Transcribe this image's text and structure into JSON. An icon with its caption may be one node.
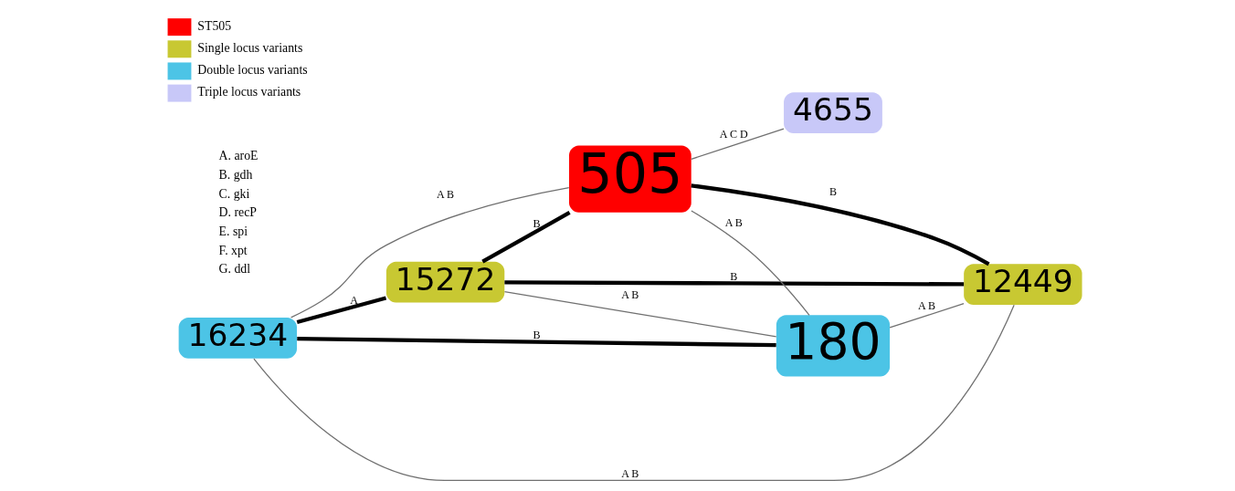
{
  "diagram": {
    "nodes": [
      {
        "text": [
          "16234"
        ]
      },
      {
        "text": [
          "15272"
        ]
      },
      {
        "text": [
          "505"
        ]
      },
      {
        "text": [
          "4655"
        ]
      },
      {
        "text": [
          "180"
        ]
      },
      {
        "text": [
          "12449"
        ]
      }
    ],
    "edges": [
      {
        "from": 0,
        "to": 1,
        "arrow": "none",
        "label": "A",
        "style": "thick",
        "color": "#000000"
      },
      {
        "from": 1,
        "to": 2,
        "arrow": "none",
        "label": "B",
        "style": "thick",
        "color": "#000000"
      },
      {
        "from": 0,
        "to": 2,
        "arrow": "none",
        "label": "A B"
      },
      {
        "from": 2,
        "to": 3,
        "arrow": "none",
        "label": "A C D"
      },
      {
        "from": 0,
        "to": 4,
        "arrow": "none",
        "label": "B",
        "style": "thick",
        "color": "#000000"
      },
      {
        "from": 1,
        "to": 4,
        "arrow": "none",
        "label": "A B"
      },
      {
        "from": 0,
        "to": 5,
        "arrow": "none",
        "label": "A B"
      },
      {
        "from": 1,
        "to": 5,
        "arrow": "none",
        "label": "B",
        "style": "thick",
        "color": "#000000"
      },
      {
        "from": 2,
        "to": 4,
        "arrow": "none",
        "label": "A B"
      },
      {
        "from": 2,
        "to": 5,
        "arrow": "none",
        "label": "B",
        "style": "thick",
        "color": "#000000"
      },
      {
        "from": 4,
        "to": 5,
        "arrow": "none",
        "label": "A B"
      }
    ],
    "labels": [
      "A. aroE",
      "B. gdh",
      "C. gki",
      "D. recP",
      "E. spi",
      "F. xpt",
      "G. ddl"
    ],
    "legend": [
      {
        "text": "ST505",
        "color": "#ff0000"
      },
      {
        "text": "Single locus variants",
        "color": "#c8c832"
      },
      {
        "text": "Double locus variants",
        "color": "#4cc4e6"
      },
      {
        "text": "Triple locus variants",
        "color": "#c8c8f8"
      }
    ]
  }
}
